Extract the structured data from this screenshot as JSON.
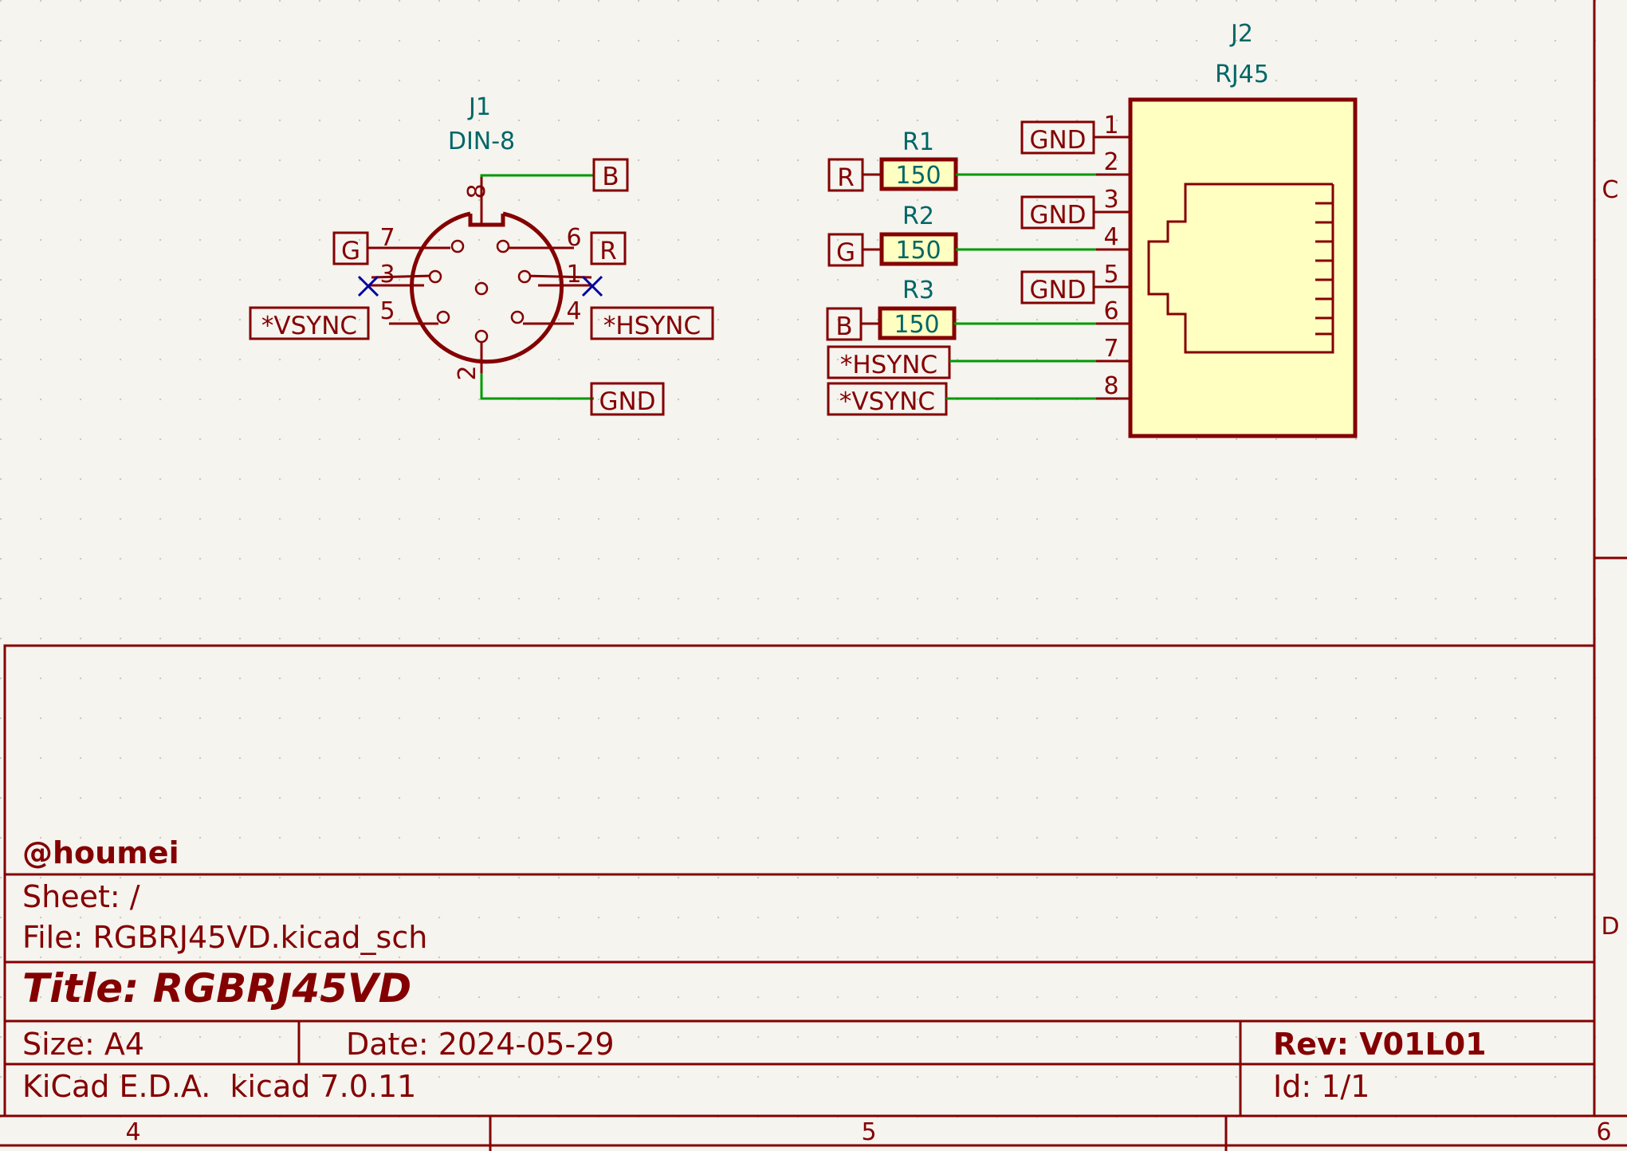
{
  "components": {
    "j1": {
      "ref": "J1",
      "value": "DIN-8",
      "pins": {
        "p8": "8",
        "p7": "7",
        "p6": "6",
        "p3": "3",
        "p1": "1",
        "p5": "5",
        "p4": "4",
        "p2": "2"
      }
    },
    "j2": {
      "ref": "J2",
      "value": "RJ45",
      "pins": {
        "p1": "1",
        "p2": "2",
        "p3": "3",
        "p4": "4",
        "p5": "5",
        "p6": "6",
        "p7": "7",
        "p8": "8"
      }
    },
    "r1": {
      "ref": "R1",
      "value": "150"
    },
    "r2": {
      "ref": "R2",
      "value": "150"
    },
    "r3": {
      "ref": "R3",
      "value": "150"
    }
  },
  "labels": {
    "j1_b": "B",
    "j1_g": "G",
    "j1_r": "R",
    "j1_vsync": "*VSYNC",
    "j1_hsync": "*HSYNC",
    "j1_gnd": "GND",
    "j2_gnd1": "GND",
    "j2_gnd3": "GND",
    "j2_gnd5": "GND",
    "r1_in": "R",
    "r2_in": "G",
    "r3_in": "B",
    "j2_hsync": "*HSYNC",
    "j2_vsync": "*VSYNC"
  },
  "title_block": {
    "company": "@houmei",
    "sheet": "Sheet: /",
    "file": "File: RGBRJ45VD.kicad_sch",
    "title": "Title: RGBRJ45VD",
    "size": "Size: A4",
    "date": "Date: 2024-05-29",
    "rev": "Rev: V01L01",
    "tool": "KiCad E.D.A.  kicad 7.0.11",
    "id": "Id: 1/1"
  },
  "frame": {
    "col_4": "4",
    "col_5": "5",
    "col_6": "6",
    "row_c": "C",
    "row_d": "D"
  },
  "colors": {
    "background": "#f5f4ef",
    "symbol": "#840000",
    "body_fill": "#ffffc2",
    "wire": "#009900",
    "ref_text": "#006666",
    "no_connect": "#0000a0"
  }
}
